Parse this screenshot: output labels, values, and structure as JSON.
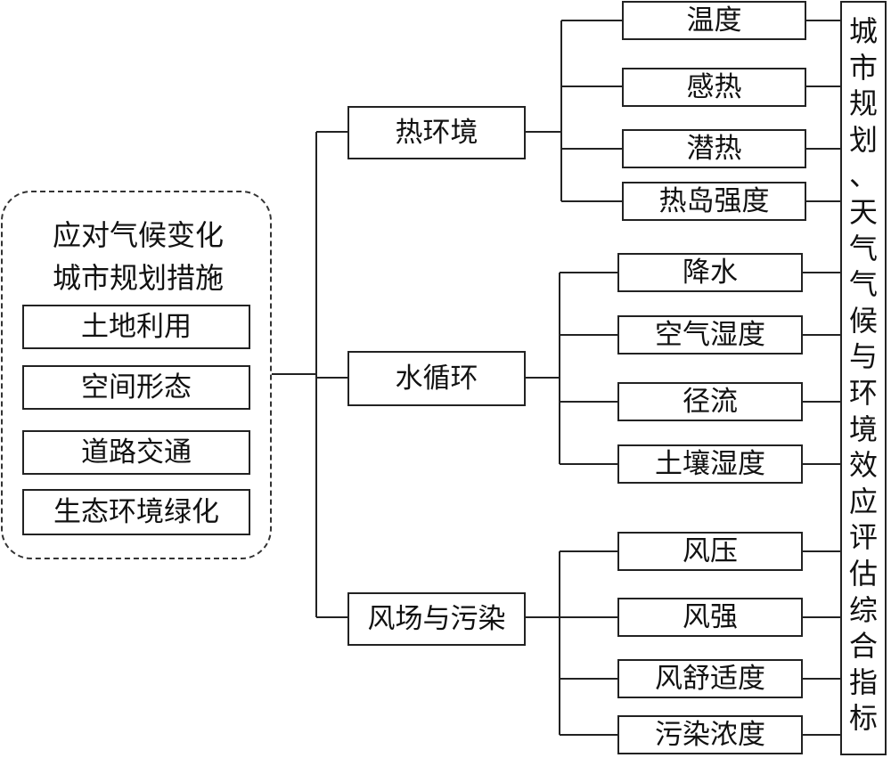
{
  "measures": {
    "title_line1": "应对气候变化",
    "title_line2": "城市规划措施",
    "items": [
      "土地利用",
      "空间形态",
      "道路交通",
      "生态环境绿化"
    ]
  },
  "categories": [
    {
      "label": "热环境",
      "indicators": [
        "温度",
        "感热",
        "潜热",
        "热岛强度"
      ]
    },
    {
      "label": "水循环",
      "indicators": [
        "降水",
        "空气湿度",
        "径流",
        "土壤湿度"
      ]
    },
    {
      "label": "风场与污染",
      "indicators": [
        "风压",
        "风强",
        "风舒适度",
        "污染浓度"
      ]
    }
  ],
  "index_title": [
    "城",
    "市",
    "规",
    "划",
    "、",
    "天",
    "气",
    "气",
    "候",
    "与",
    "环",
    "境",
    "效",
    "应",
    "评",
    "估",
    "综",
    "合",
    "指",
    "标"
  ]
}
